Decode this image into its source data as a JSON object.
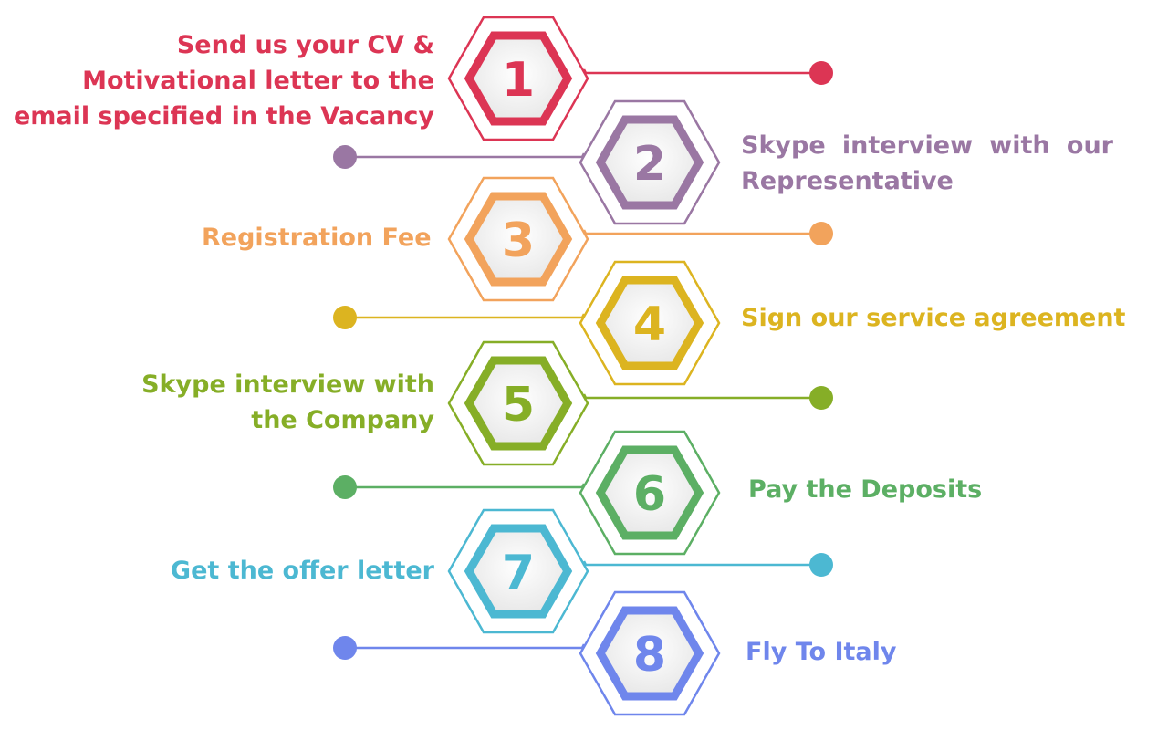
{
  "steps": [
    {
      "number": "1",
      "text": "Send us your CV & Motivational letter to the email specified in the Vacancy",
      "color": "#dc3554"
    },
    {
      "number": "2",
      "text": "Skype interview with our Representative",
      "color": "#9a77a3"
    },
    {
      "number": "3",
      "text": "Registration Fee",
      "color": "#f2a35c"
    },
    {
      "number": "4",
      "text": "Sign our service agreement",
      "color": "#dcb420"
    },
    {
      "number": "5",
      "text": "Skype interview with the Company",
      "color": "#86ae27"
    },
    {
      "number": "6",
      "text": "Pay the Deposits",
      "color": "#5caf64"
    },
    {
      "number": "7",
      "text": "Get the offer letter",
      "color": "#4cb8d2"
    },
    {
      "number": "8",
      "text": "Fly To Italy",
      "color": "#6f86ec"
    }
  ],
  "colors": {
    "inner_fill": "#efefef",
    "inner_gradient_end": "#ffffff"
  }
}
